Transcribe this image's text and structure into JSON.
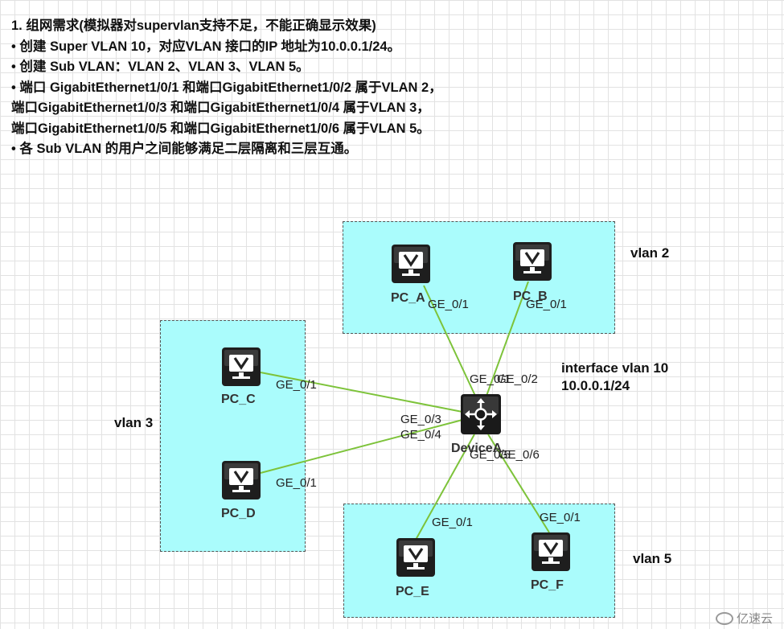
{
  "requirements": [
    "1. 组网需求(模拟器对supervlan支持不足，不能正确显示效果)",
    "• 创建 Super VLAN 10，对应VLAN 接口的IP 地址为10.0.0.1/24。",
    "• 创建 Sub VLAN：VLAN 2、VLAN 3、VLAN 5。",
    "• 端口 GigabitEthernet1/0/1 和端口GigabitEthernet1/0/2 属于VLAN 2，",
    "端口GigabitEthernet1/0/3 和端口GigabitEthernet1/0/4 属于VLAN 3，",
    "端口GigabitEthernet1/0/5 和端口GigabitEthernet1/0/6 属于VLAN 5。",
    "• 各 Sub VLAN 的用户之间能够满足二层隔离和三层互通。"
  ],
  "zones": {
    "vlan2": "vlan 2",
    "vlan3": "vlan 3",
    "vlan5": "vlan 5"
  },
  "nodes": {
    "pc_a": "PC_A",
    "pc_b": "PC_B",
    "pc_c": "PC_C",
    "pc_d": "PC_D",
    "pc_e": "PC_E",
    "pc_f": "PC_F",
    "device_a": "DeviceA"
  },
  "ports": {
    "pc_a": "GE_0/1",
    "pc_b": "GE_0/1",
    "pc_c": "GE_0/1",
    "pc_d": "GE_0/1",
    "pc_e": "GE_0/1",
    "pc_f": "GE_0/1",
    "dev_1": "GE_0/1",
    "dev_2": "GE_0/2",
    "dev_3": "GE_0/3",
    "dev_4": "GE_0/4",
    "dev_5": "GE_0/5",
    "dev_6": "GE_0/6"
  },
  "interface_note": {
    "line1": "interface vlan 10",
    "line2": "10.0.0.1/24"
  },
  "watermark": "亿速云",
  "colors": {
    "zone_fill": "#aafcfc",
    "link": "#7dc33a",
    "device": "#1a1a1a"
  }
}
